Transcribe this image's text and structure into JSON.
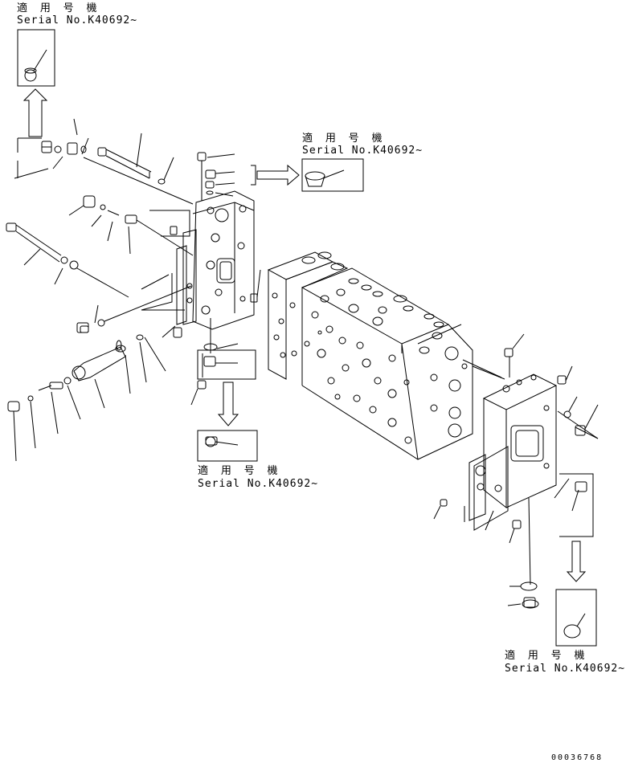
{
  "callouts": [
    {
      "applicable": "適 用 号 機",
      "serial": "Serial No.K40692~"
    },
    {
      "applicable": "適 用 号 機",
      "serial": "Serial No.K40692~"
    },
    {
      "applicable": "適 用 号 機",
      "serial": "Serial No.K40692~"
    },
    {
      "applicable": "適 用 号 機",
      "serial": "Serial No.K40692~"
    }
  ],
  "drawing_code": "00036768",
  "colors": {
    "line": "#000000",
    "background": "#ffffff"
  }
}
